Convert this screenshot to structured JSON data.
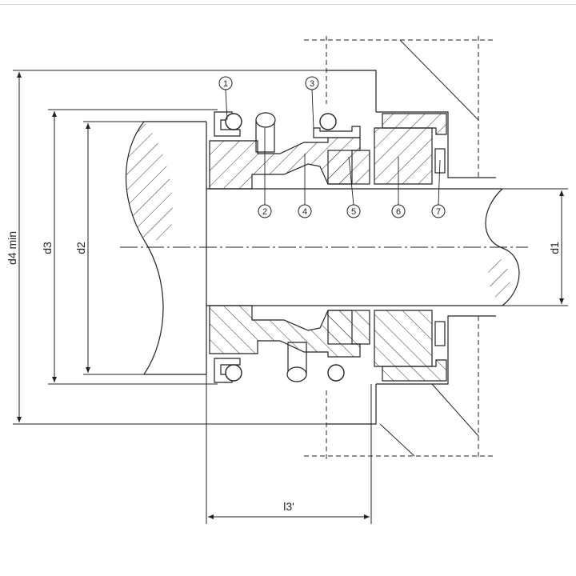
{
  "dimensions": {
    "d4": "d4 min",
    "d3": "d3",
    "d2": "d2",
    "d1": "d1",
    "l3": "l3'"
  },
  "callouts": [
    "1",
    "2",
    "3",
    "4",
    "5",
    "6",
    "7"
  ],
  "colors": {
    "line": "#222222",
    "hatch": "#333333",
    "background": "#ffffff"
  }
}
